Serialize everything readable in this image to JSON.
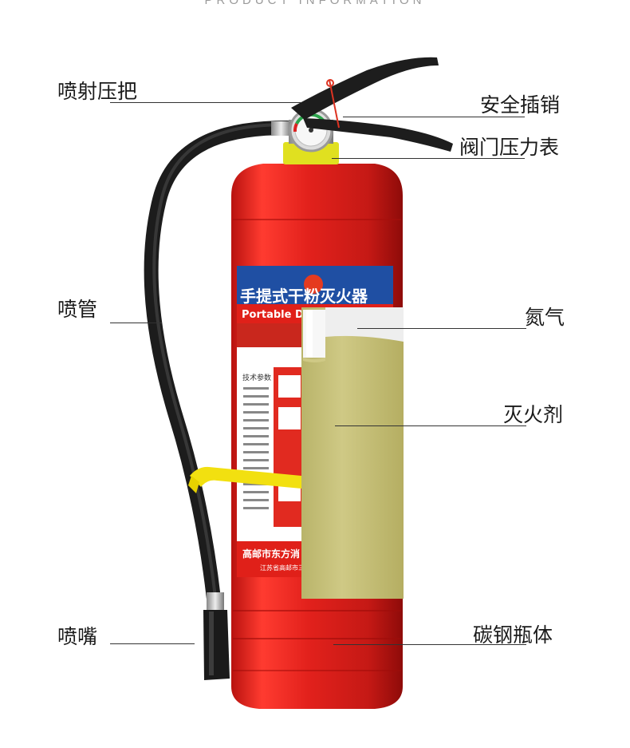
{
  "header": {
    "title": "PRODUCT INFORMATION"
  },
  "labels": {
    "spray_handle": "喷射压把",
    "safety_pin": "安全插销",
    "pressure_gauge": "阀门压力表",
    "hose": "喷管",
    "nitrogen": "氮气",
    "extinguishing_agent": "灭火剂",
    "nozzle": "喷嘴",
    "carbon_steel_body": "碳钢瓶体"
  },
  "product_label": {
    "title": "手提式干粉灭火器",
    "subtitle": "Portable Dry Po",
    "manufacturer": "高邮市东方消",
    "address": "江苏省高邮市三垛镇",
    "tech_params": "技术参数"
  },
  "colors": {
    "cylinder_red": "#d8201c",
    "label_blue": "#1f4fa3",
    "agent_fill": "#c4bd72",
    "clip_yellow": "#f2e010"
  }
}
